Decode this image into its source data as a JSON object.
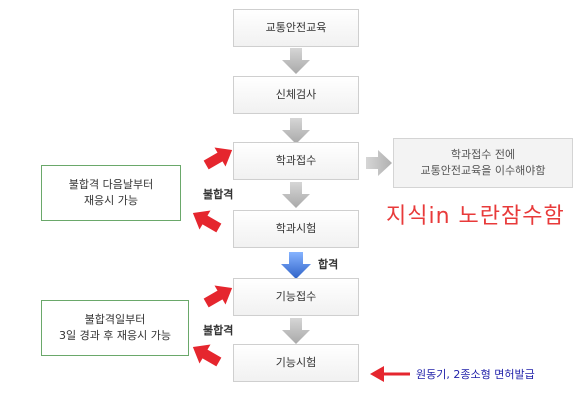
{
  "steps": [
    "교통안전교육",
    "신체검사",
    "학과접수",
    "학과시험",
    "기능접수",
    "기능시험"
  ],
  "note": {
    "line1": "학과접수 전에",
    "line2": "교통안전교육을 이수해야함"
  },
  "fail_notes": [
    {
      "line1": "불합격 다음날부터",
      "line2": "재응시 가능"
    },
    {
      "line1": "불합격일부터",
      "line2": "3일 경과 후 재응시 가능"
    }
  ],
  "labels": {
    "fail1": "불합격",
    "pass": "합격",
    "fail2": "불합격"
  },
  "watermark": "지식in 노란잠수함",
  "caption": "원동기, 2종소형 면허발급",
  "colors": {
    "red_arrow": "#e5262e",
    "blue_arrow": "#3a78d8",
    "gray_arrow": "#bdbdbd",
    "green_border": "#6aa86a"
  }
}
